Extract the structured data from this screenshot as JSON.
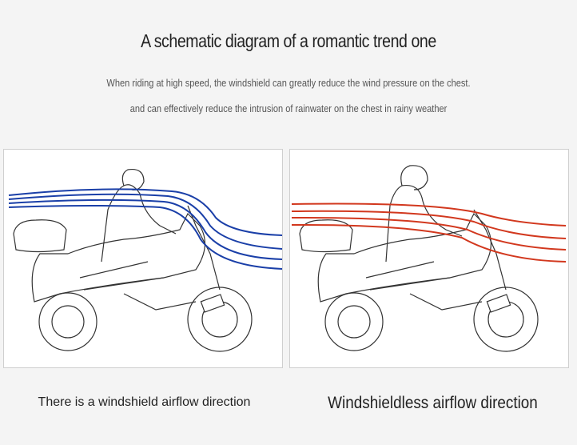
{
  "header": {
    "title": "A schematic diagram of a romantic trend one",
    "line1": "When riding at high speed, the windshield can greatly reduce the wind pressure on the chest.",
    "line2": "and can effectively reduce the intrusion of rainwater on the chest in rainy weather"
  },
  "panels": [
    {
      "caption": "There is a windshield airflow direction",
      "airflow_color": "#1a3fa8"
    },
    {
      "caption": "Windshieldless airflow direction",
      "airflow_color": "#d2381e"
    }
  ]
}
